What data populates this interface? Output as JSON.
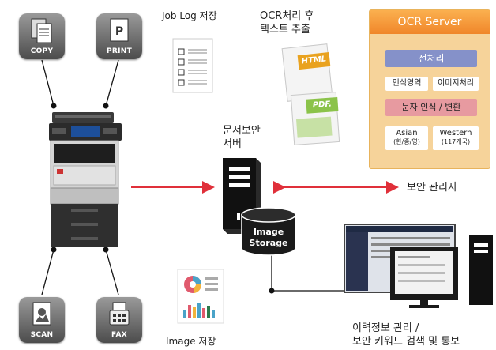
{
  "functions": {
    "copy": "COPY",
    "print": "PRINT",
    "scan": "SCAN",
    "fax": "FAX"
  },
  "labels": {
    "job_log": "Job Log 저장",
    "ocr_result_line1": "OCR처리 후",
    "ocr_result_line2": "텍스트 추출",
    "doc_server_line1": "문서보안",
    "doc_server_line2": "서버",
    "image_storage_line1": "Image",
    "image_storage_line2": "Storage",
    "security_admin": "보안 관리자",
    "image_save": "Image 저장",
    "history_line1": "이력정보 관리  /",
    "history_line2": "보안 키워드 검색 및 통보"
  },
  "files": {
    "html": "HTML",
    "pdf": "PDF."
  },
  "ocr_server": {
    "title": "OCR Server",
    "preprocess": "전처리",
    "region_detect": "인식영역",
    "image_process": "이미지처리",
    "recognize": "문자 인식 / 변환",
    "asian": "Asian",
    "asian_sub": "(한/중/영)",
    "western": "Western",
    "western_sub": "(117개국)"
  },
  "colors": {
    "arrow": "#e0303a",
    "line": "#111111",
    "ocr_header": "#f39233",
    "ocr_panel": "#f6d39a",
    "process_blue": "#8591c9",
    "process_pink": "#e79aa0",
    "html_tag": "#e9a21f",
    "pdf_tag": "#8bc34a"
  }
}
